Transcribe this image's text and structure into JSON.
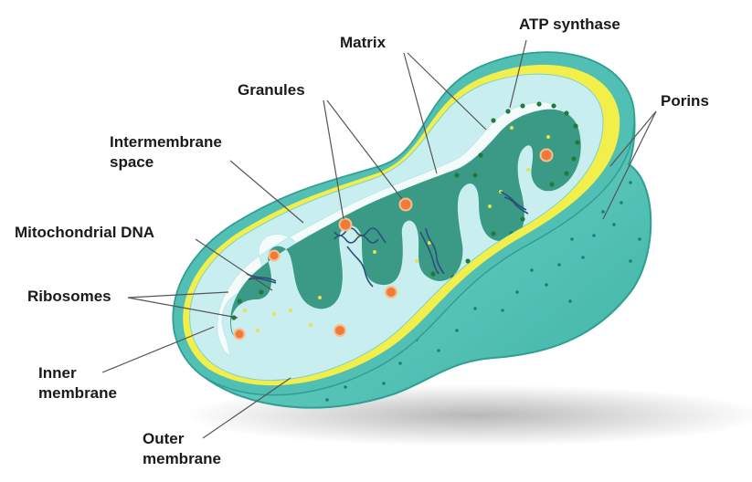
{
  "labels": {
    "atp_synthase": "ATP synthase",
    "matrix": "Matrix",
    "porins": "Porins",
    "granules": "Granules",
    "intermembrane_space": "Intermembrane\nspace",
    "mitochondrial_dna": "Mitochondrial DNA",
    "ribosomes": "Ribosomes",
    "inner_membrane": "Inner\nmembrane",
    "outer_membrane": "Outer\nmembrane"
  },
  "colors": {
    "outer_membrane": "#52bfb4",
    "outer_dark": "#2f9e93",
    "intermembrane_space": "#c9eef0",
    "yellow_membrane": "#f2ef4a",
    "cristae_membrane": "#f4fbfb",
    "matrix": "#3a9a86",
    "granule": "#f07a3a",
    "ribosome": "#e8e24a",
    "atp_synthase": "#1f7a40",
    "dna": "#2c4f7a",
    "leader_line": "#555555"
  }
}
